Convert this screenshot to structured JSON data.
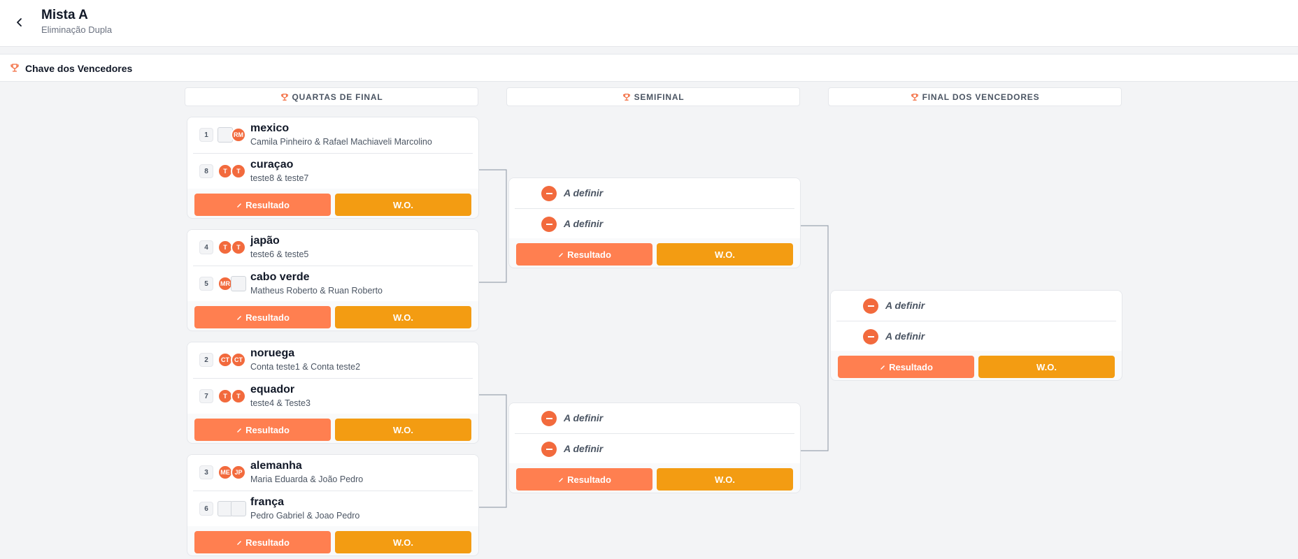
{
  "header": {
    "title": "Mista A",
    "subtitle": "Eliminação Dupla"
  },
  "section": {
    "title": "Chave dos Vencedores"
  },
  "rounds": [
    {
      "label": "QUARTAS DE FINAL"
    },
    {
      "label": "SEMIFINAL"
    },
    {
      "label": "FINAL DOS VENCEDORES"
    }
  ],
  "buttons": {
    "result": "Resultado",
    "wo": "W.O."
  },
  "tbd_label": "A definir",
  "colors": {
    "accent": "#f26a3d",
    "result_button": "#ff7f50",
    "wo_button": "#f39c12"
  },
  "quarterfinals": [
    {
      "teams": [
        {
          "seed": "1",
          "name": "mexico",
          "players": "Camila Pinheiro & Rafael Machiaveli Marcolino",
          "avatar1": "",
          "avatar2": "RM",
          "avatar1_broken": true,
          "avatar2_broken": false
        },
        {
          "seed": "8",
          "name": "curaçao",
          "players": "teste8 & teste7",
          "avatar1": "T",
          "avatar2": "T",
          "avatar1_broken": false,
          "avatar2_broken": false
        }
      ]
    },
    {
      "teams": [
        {
          "seed": "4",
          "name": "japão",
          "players": "teste6 & teste5",
          "avatar1": "T",
          "avatar2": "T",
          "avatar1_broken": false,
          "avatar2_broken": false
        },
        {
          "seed": "5",
          "name": "cabo verde",
          "players": "Matheus Roberto & Ruan Roberto",
          "avatar1": "MR",
          "avatar2": "",
          "avatar1_broken": false,
          "avatar2_broken": true
        }
      ]
    },
    {
      "teams": [
        {
          "seed": "2",
          "name": "noruega",
          "players": "Conta teste1 & Conta teste2",
          "avatar1": "CT",
          "avatar2": "CT",
          "avatar1_broken": false,
          "avatar2_broken": false
        },
        {
          "seed": "7",
          "name": "equador",
          "players": "teste4 & Teste3",
          "avatar1": "T",
          "avatar2": "T",
          "avatar1_broken": false,
          "avatar2_broken": false
        }
      ]
    },
    {
      "teams": [
        {
          "seed": "3",
          "name": "alemanha",
          "players": "Maria Eduarda & João Pedro",
          "avatar1": "ME",
          "avatar2": "JP",
          "avatar1_broken": false,
          "avatar2_broken": false
        },
        {
          "seed": "6",
          "name": "frança",
          "players": "Pedro Gabriel & Joao Pedro",
          "avatar1": "",
          "avatar2": "",
          "avatar1_broken": true,
          "avatar2_broken": true
        }
      ]
    }
  ]
}
